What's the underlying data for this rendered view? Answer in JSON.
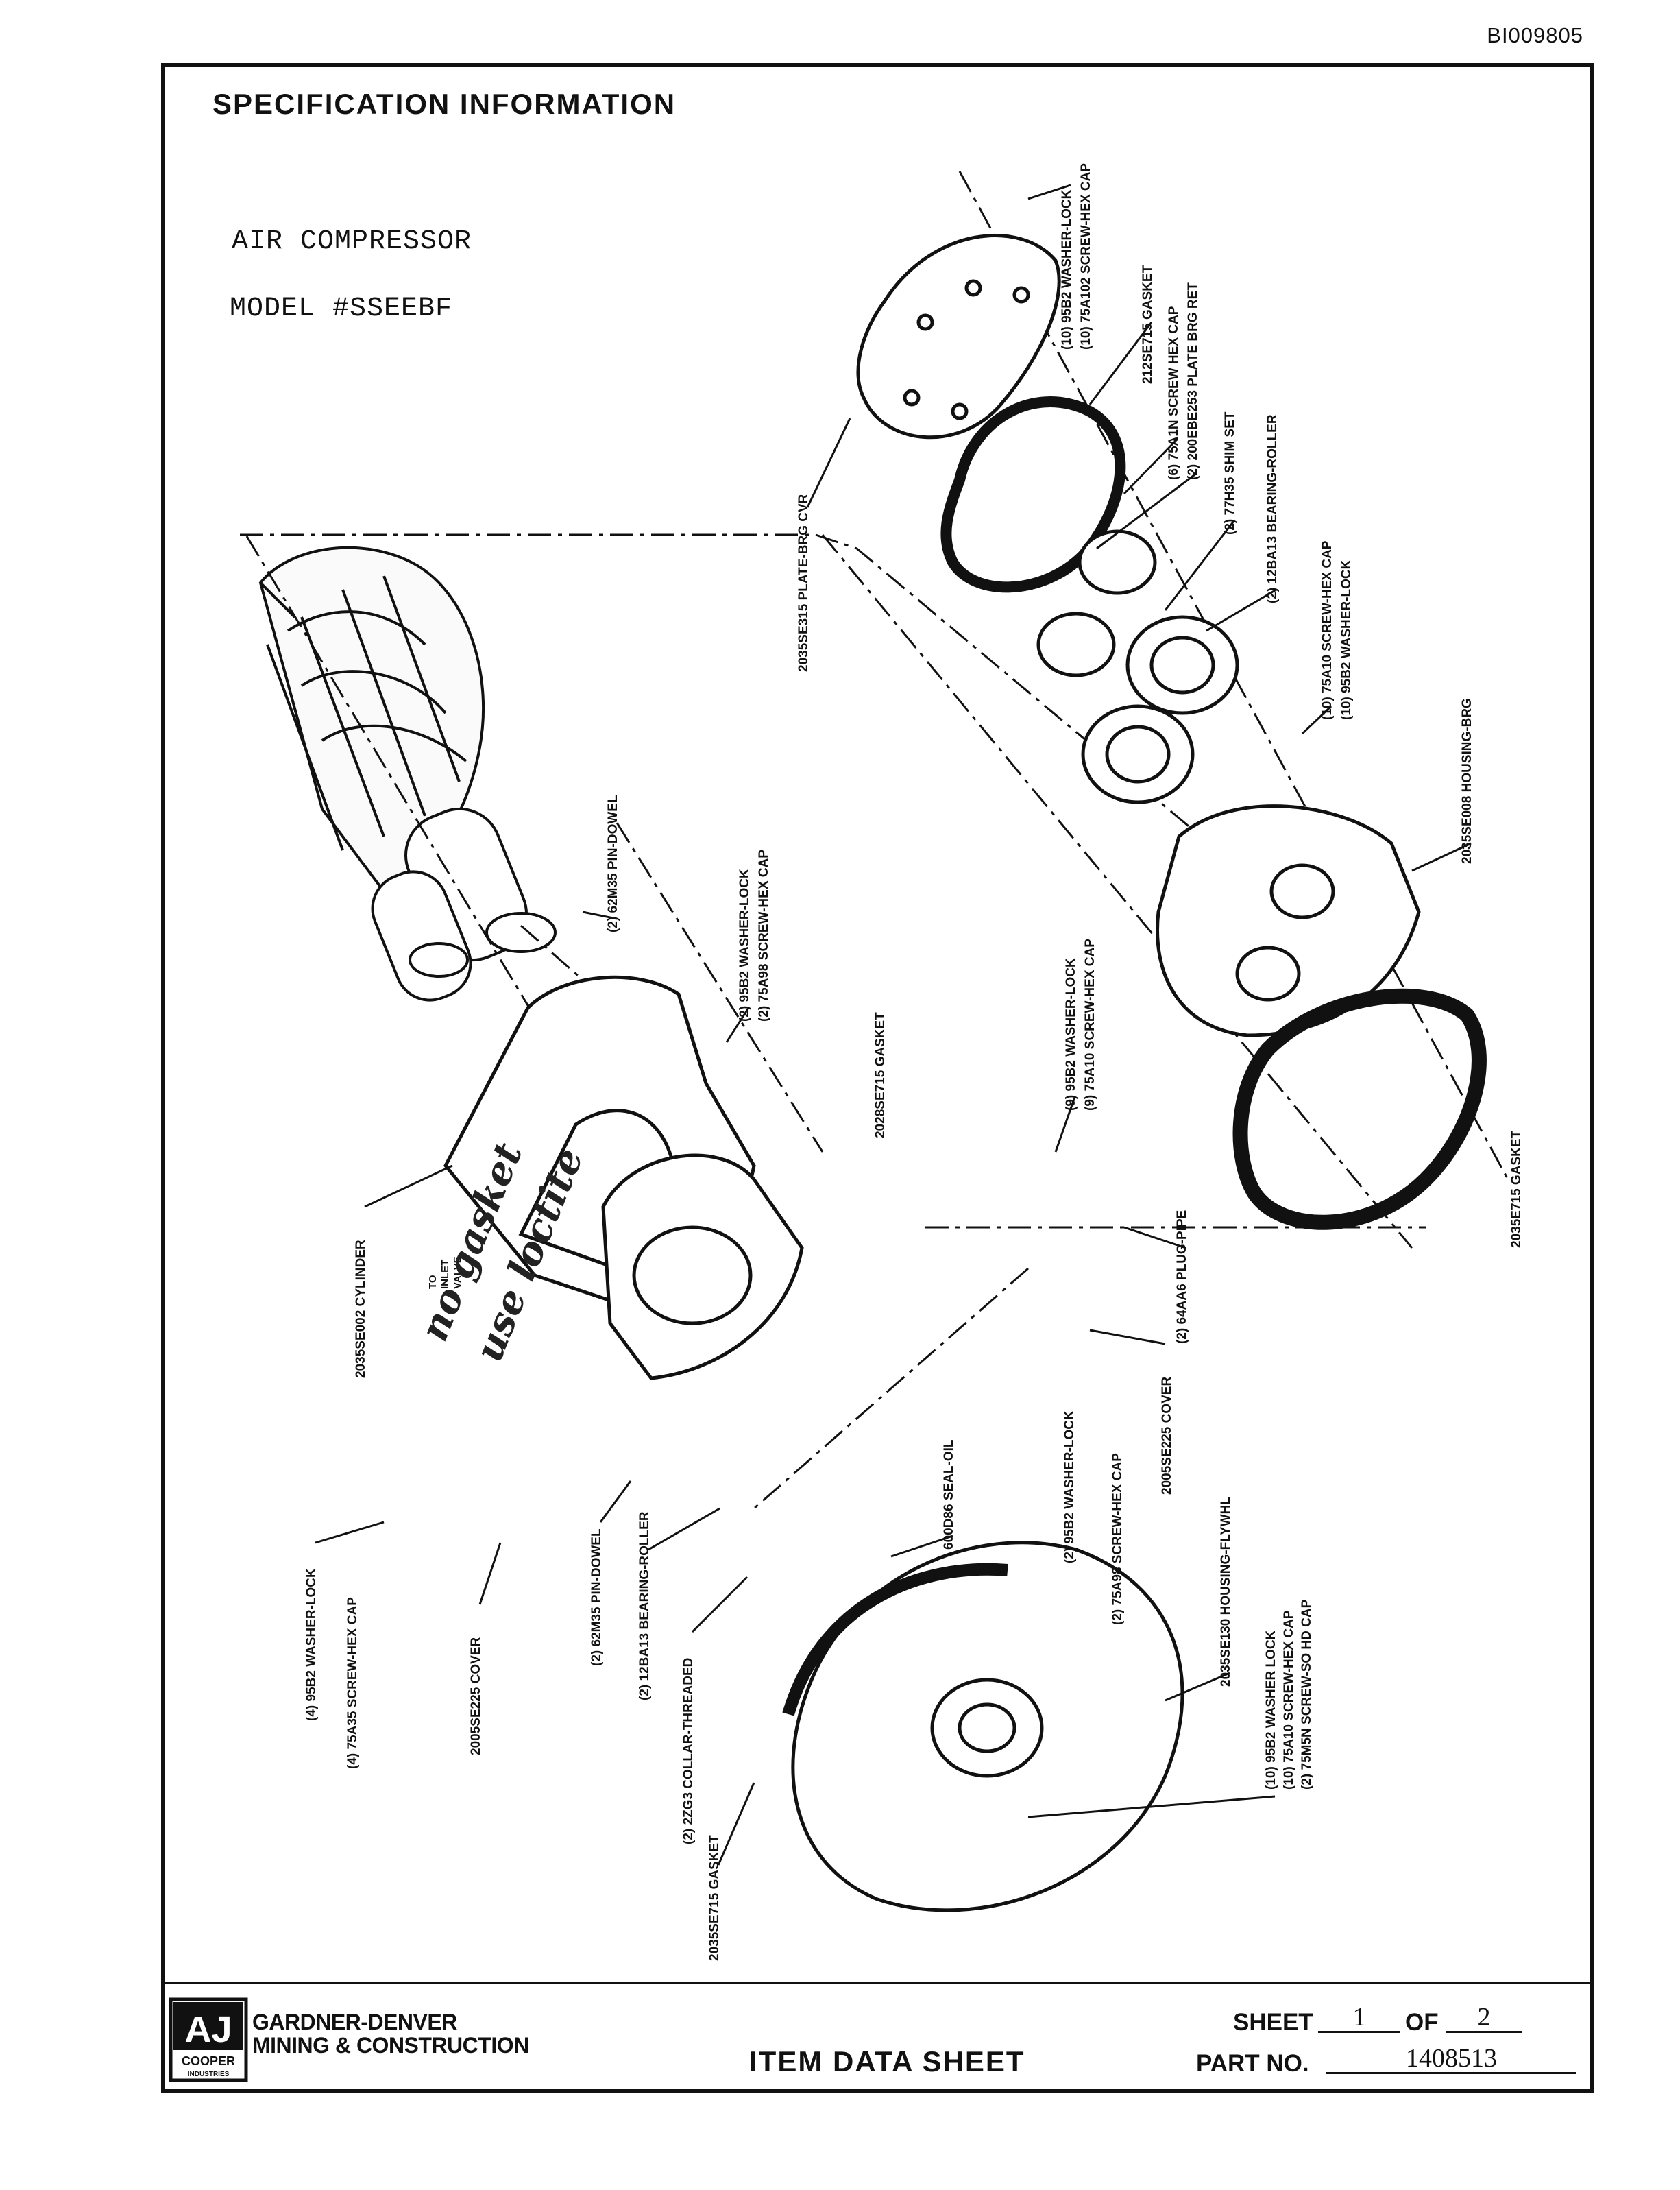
{
  "document": {
    "doc_id": "BI009805",
    "heading": "SPECIFICATION INFORMATION",
    "typed_title": "AIR COMPRESSOR",
    "typed_model": "MODEL #SSEEBF"
  },
  "handwritten": {
    "line1": "no gasket",
    "line2": "use loctite"
  },
  "callouts": {
    "inlet_valve_1": "TO",
    "inlet_valve_2": "INLET",
    "inlet_valve_3": "VALVE",
    "washer_lock_cap_top_1": "(10) 95B2 WASHER-LOCK",
    "washer_lock_cap_top_2": "(10) 75A102 SCREW-HEX CAP",
    "gasket_top": "212SE715 GASKET",
    "screw_plate_1": "(6) 75A1N SCREW HEX CAP",
    "screw_plate_2": "(2) 200EBE253 PLATE BRG RET",
    "shim": "(2) 77H35 SHIM SET",
    "bearing_roller_top": "(2) 12BA13 BEARING-ROLLER",
    "plate_brg_cvr": "2035SE315 PLATE-BRG CVR",
    "screw_lock_1": "(10) 75A10 SCREW-HEX CAP",
    "screw_lock_2": "(10) 95B2 WASHER-LOCK",
    "housing_brg": "2035SE008 HOUSING-BRG",
    "gasket_right": "2035E715 GASKET",
    "pin_dowel_top": "(2) 62M35 PIN-DOWEL",
    "washer_lock_mid_1": "(2) 95B2 WASHER-LOCK",
    "washer_lock_mid_2": "(2) 75A98 SCREW-HEX CAP",
    "washer_lock_cover_1": "(9) 95B2 WASHER-LOCK",
    "washer_lock_cover_2": "(9) 75A10 SCREW-HEX CAP",
    "gasket_mid": "2028SE715 GASKET",
    "cylinder": "2035SE002 CYLINDER",
    "plug_pipe": "(2) 64AA6 PLUG-PIPE",
    "cover_right": "2005SE225 COVER",
    "seal_oil": "600D86 SEAL-OIL",
    "washer_lock_low": "(2) 95B2 WASHER-LOCK",
    "screw_low": "(2) 75A98 SCREW-HEX CAP",
    "housing_flywhl": "2035SE130 HOUSING-FLYWHL",
    "washer_left": "(4) 95B2 WASHER-LOCK",
    "screw_left": "(4) 75A35 SCREW-HEX CAP",
    "cover_left": "2005SE225 COVER",
    "pin_dowel_low": "(2) 62M35 PIN-DOWEL",
    "bearing_roller_low": "(2) 12BA13 BEARING-ROLLER",
    "collar": "(2) 2ZG3 COLLAR-THREADED",
    "gasket_bottom": "2035SE715 GASKET",
    "fly_1": "(10) 95B2 WASHER LOCK",
    "fly_2": "(10) 75A10 SCREW-HEX CAP",
    "fly_3": "(2) 75M5N SCREW-SO HD CAP"
  },
  "title_block": {
    "company_line1": "GARDNER-DENVER",
    "company_line2": "MINING & CONSTRUCTION",
    "logo_mark": "AJ",
    "logo_text_1": "COOPER",
    "logo_text_2": "INDUSTRIES",
    "form_title": "ITEM DATA SHEET",
    "sheet_label": "SHEET",
    "sheet_number": "1",
    "of_label": "OF",
    "sheet_total": "2",
    "part_label": "PART NO.",
    "part_number": "1408513"
  }
}
